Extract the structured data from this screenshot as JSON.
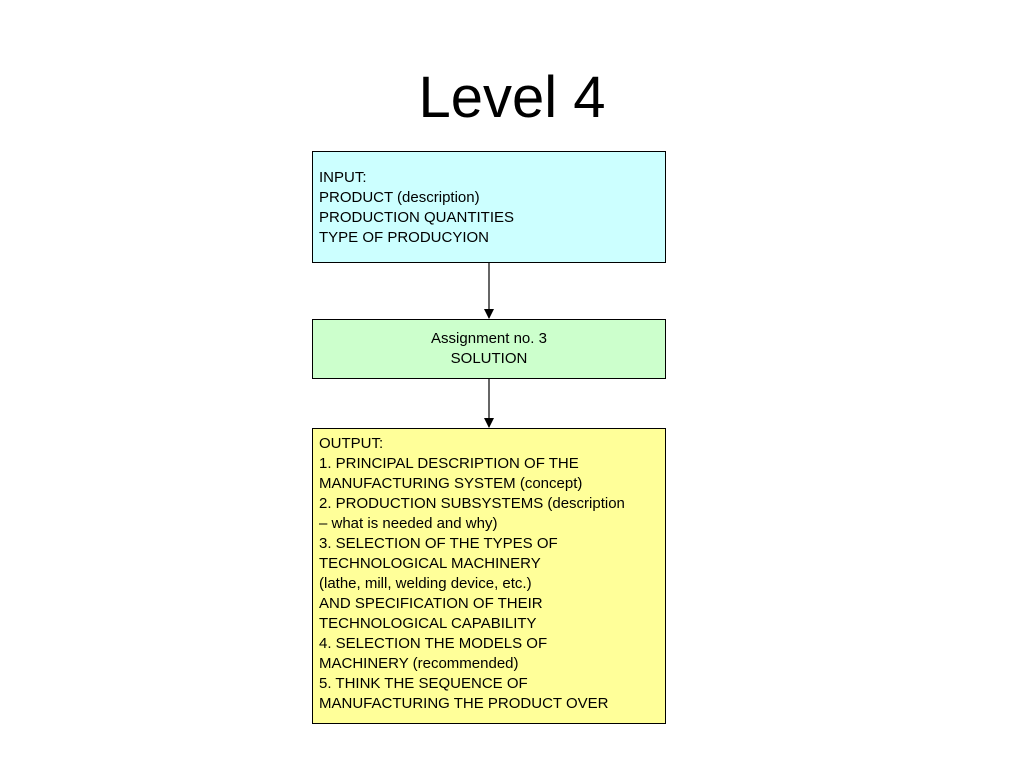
{
  "title": "Level 4",
  "colors": {
    "input_fill": "#ccffff",
    "solution_fill": "#ccffcc",
    "output_fill": "#ffff99",
    "border": "#000000"
  },
  "nodes": {
    "input": {
      "lines": [
        "INPUT:",
        "PRODUCT (description)",
        "PRODUCTION QUANTITIES",
        "TYPE OF PRODUCYION"
      ]
    },
    "solution": {
      "lines": [
        "Assignment no. 3",
        "SOLUTION"
      ]
    },
    "output": {
      "lines": [
        "OUTPUT:",
        "1. PRINCIPAL DESCRIPTION OF THE",
        "MANUFACTURING SYSTEM  (concept)",
        "2. PRODUCTION SUBSYSTEMS (description",
        "– what is needed and why)",
        "3. SELECTION OF THE TYPES OF",
        "TECHNOLOGICAL MACHINERY",
        "(lathe, mill, welding device, etc.)",
        "AND SPECIFICATION OF THEIR",
        "TECHNOLOGICAL CAPABILITY",
        "4. SELECTION THE MODELS  OF",
        "MACHINERY  (recommended)",
        "5.  THINK THE SEQUENCE OF",
        "MANUFACTURING THE PRODUCT OVER"
      ]
    }
  },
  "edges": [
    {
      "from": "input",
      "to": "solution"
    },
    {
      "from": "solution",
      "to": "output"
    }
  ]
}
